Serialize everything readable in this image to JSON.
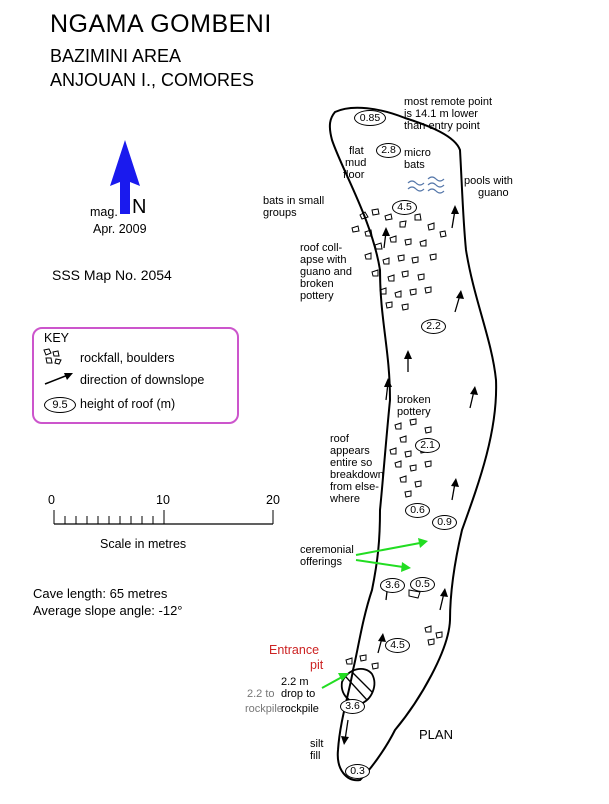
{
  "title": {
    "line1": "NGAMA GOMBENI",
    "line2": "BAZIMINI AREA",
    "line3": "ANJOUAN I., COMORES"
  },
  "north": {
    "mag": "mag.",
    "n": "N",
    "date": "Apr. 2009"
  },
  "map_no": "SSS Map No. 2054",
  "key": {
    "heading": "KEY",
    "rockfall": "rockfall, boulders",
    "downslope": "direction of downslope",
    "roof_sample": "9.5",
    "roof": "height of roof (m)"
  },
  "scale": {
    "t0": "0",
    "t10": "10",
    "t20": "20",
    "label": "Scale in metres"
  },
  "stats": {
    "length": "Cave length:  65 metres",
    "slope": "Average slope angle: -12°"
  },
  "labels": {
    "remote1": "most remote point",
    "remote2": "is 14.1 m lower",
    "remote3": "than entry point",
    "flat1": "flat",
    "flat2": "mud",
    "flat3": "floor",
    "micro1": "micro",
    "micro2": "bats",
    "pools1": "pools with",
    "pools2": "guano",
    "bats1": "bats in small",
    "bats2": "groups",
    "roofc1": "roof coll-",
    "roofc2": "apse with",
    "roofc3": "guano and",
    "roofc4": "broken",
    "roofc5": "pottery",
    "broken1": "broken",
    "broken2": "pottery",
    "roofe1": "roof",
    "roofe2": "appears",
    "roofe3": "entire so",
    "roofe4": "breakdown",
    "roofe5": "from else-",
    "roofe6": "where",
    "cer1": "ceremonial",
    "cer2": "offerings",
    "ent1": "Entrance",
    "ent2": "pit",
    "drop1": "2.2 m",
    "drop2": "drop to",
    "drop3": "rockpile",
    "drop_left1": "2.2 to",
    "drop_left2": "rockpile",
    "silt1": "silt",
    "silt2": "fill",
    "plan": "PLAN"
  },
  "roof_heights": [
    "0.85",
    "2.8",
    "4.5",
    "2.2",
    "2.1",
    "0.6",
    "0.9",
    "3.6",
    "0.5",
    "4.5",
    "3.6",
    "0.3"
  ],
  "colors": {
    "north_arrow": "#1a1aee",
    "key_border": "#cc55cc",
    "green_arrow": "#22dd22",
    "entrance": "#cc2222",
    "pools": "#5577aa"
  }
}
